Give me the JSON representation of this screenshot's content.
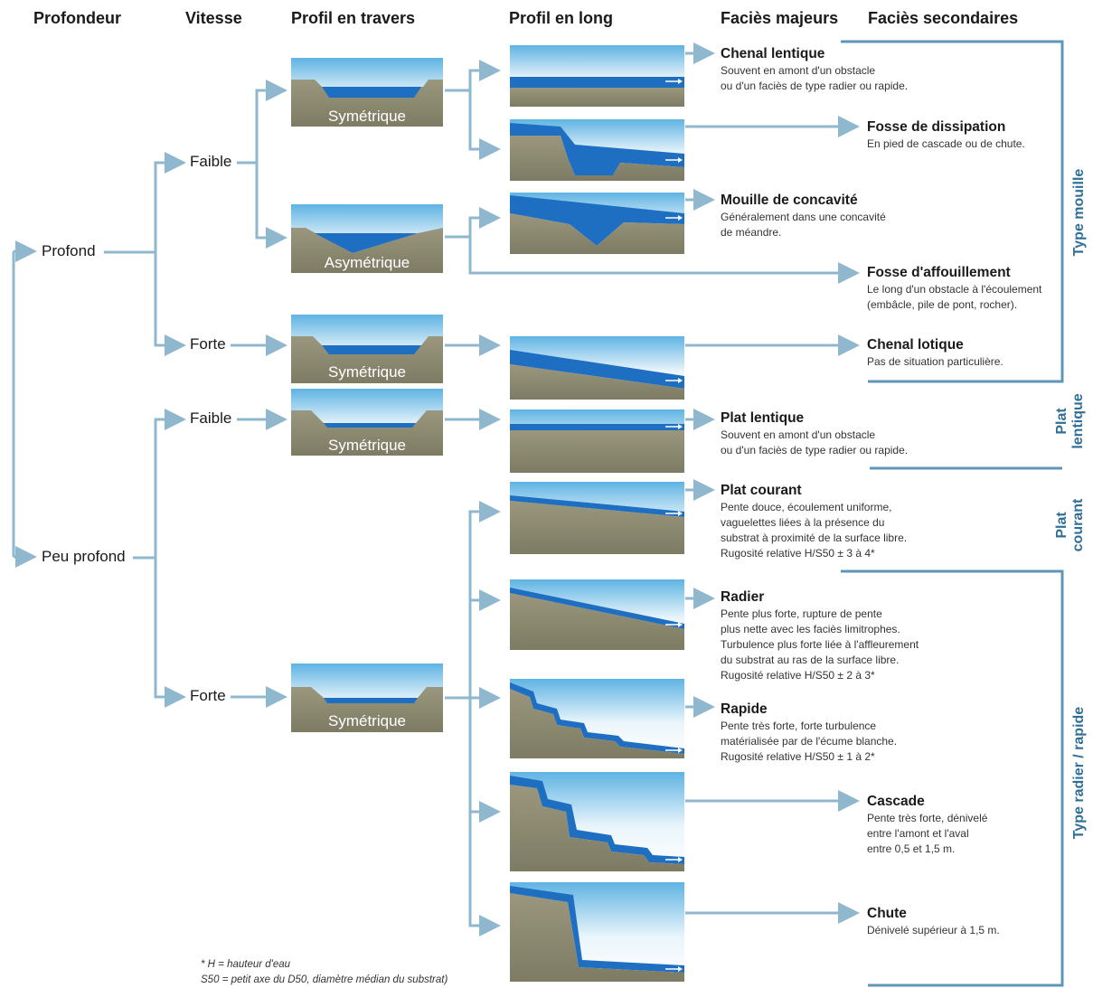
{
  "headers": {
    "depth": "Profondeur",
    "speed": "Vitesse",
    "cross": "Profil en travers",
    "long": "Profil en long",
    "major": "Faciès majeurs",
    "secondary": "Faciès secondaires"
  },
  "depth": {
    "deep": "Profond",
    "shallow": "Peu profond"
  },
  "speed": {
    "slow1": "Faible",
    "fast1": "Forte",
    "slow2": "Faible",
    "fast2": "Forte"
  },
  "cross_profiles": {
    "sym1": "Symétrique",
    "asym": "Asymétrique",
    "sym2": "Symétrique",
    "sym3": "Symétrique",
    "sym4": "Symétrique"
  },
  "facies": {
    "chenal_lentique": {
      "title": "Chenal lentique",
      "desc1": "Souvent en amont d'un obstacle",
      "desc2": "ou d'un faciès de type radier ou rapide."
    },
    "fosse_dissipation": {
      "title": "Fosse de dissipation",
      "desc1": "En pied de cascade ou de chute."
    },
    "mouille_concavite": {
      "title": "Mouille de concavité",
      "desc1": "Généralement dans une concavité",
      "desc2": "de méandre."
    },
    "fosse_affouillement": {
      "title": "Fosse d'affouillement",
      "desc1": "Le long d'un obstacle à l'écoulement",
      "desc2": "(embâcle, pile de pont, rocher)."
    },
    "chenal_lotique": {
      "title": "Chenal lotique",
      "desc1": "Pas de situation particulière."
    },
    "plat_lentique": {
      "title": "Plat lentique",
      "desc1": "Souvent en amont d'un obstacle",
      "desc2": "ou d'un faciès de type radier ou rapide."
    },
    "plat_courant": {
      "title": "Plat courant",
      "desc1": "Pente douce, écoulement uniforme,",
      "desc2": "vaguelettes liées à la présence du",
      "desc3": "substrat à proximité de la surface libre.",
      "desc4": "Rugosité relative H/S50 ± 3 à 4*"
    },
    "radier": {
      "title": "Radier",
      "desc1": "Pente plus forte, rupture de pente",
      "desc2": "plus nette avec les faciès limitrophes.",
      "desc3": "Turbulence plus forte liée à l'affleurement",
      "desc4": "du substrat au ras de la surface libre.",
      "desc5": "Rugosité relative H/S50 ± 2 à 3*"
    },
    "rapide": {
      "title": "Rapide",
      "desc1": "Pente très forte, forte turbulence",
      "desc2": "matérialisée par de l'écume blanche.",
      "desc3": "Rugosité relative H/S50 ± 1 à 2*"
    },
    "cascade": {
      "title": "Cascade",
      "desc1": "Pente très forte, dénivelé",
      "desc2": "entre l'amont et l'aval",
      "desc3": "entre 0,5 et 1,5 m."
    },
    "chute": {
      "title": "Chute",
      "desc1": "Dénivelé supérieur à 1,5 m."
    }
  },
  "types": {
    "mouille": "Type mouille",
    "plat_lentique_1": "Plat",
    "plat_lentique_2": "lentique",
    "plat_courant_1": "Plat",
    "plat_courant_2": "courant",
    "radier_rapide": "Type radier / rapide"
  },
  "footnote": {
    "line1": "* H = hauteur d'eau",
    "line2": "S50 = petit axe du D50, diamètre médian du substrat)"
  },
  "colors": {
    "line": "#8fb8cf",
    "water": "#1e6fc2",
    "ground": "#8d8a72",
    "sky_top": "#5fb3e3",
    "type_text": "#2f6f96"
  }
}
